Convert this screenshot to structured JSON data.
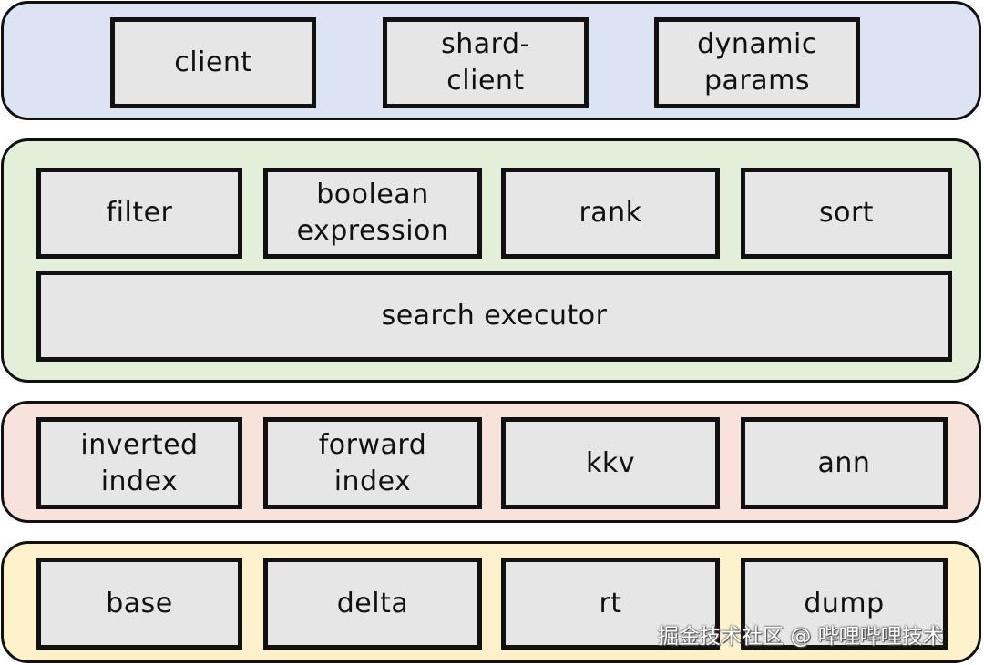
{
  "colors": {
    "top_layer": "#dce3f3",
    "engine_layer": "#e4efda",
    "index_layer": "#f8e3dc",
    "data_layer": "#fef2cd",
    "box_fill": "#e6e6e6",
    "border": "#111111"
  },
  "top_layer": {
    "boxes": [
      "client",
      "shard-\nclient",
      "dynamic\nparams"
    ]
  },
  "engine_layer": {
    "boxes": [
      "filter",
      "boolean\nexpression",
      "rank",
      "sort"
    ],
    "executor": "search executor"
  },
  "index_layer": {
    "boxes": [
      "inverted\nindex",
      "forward\nindex",
      "kkv",
      "ann"
    ]
  },
  "data_layer": {
    "boxes": [
      "base",
      "delta",
      "rt",
      "dump"
    ]
  },
  "watermark": "掘金技术社区 @ 哔哩哔哩技术"
}
